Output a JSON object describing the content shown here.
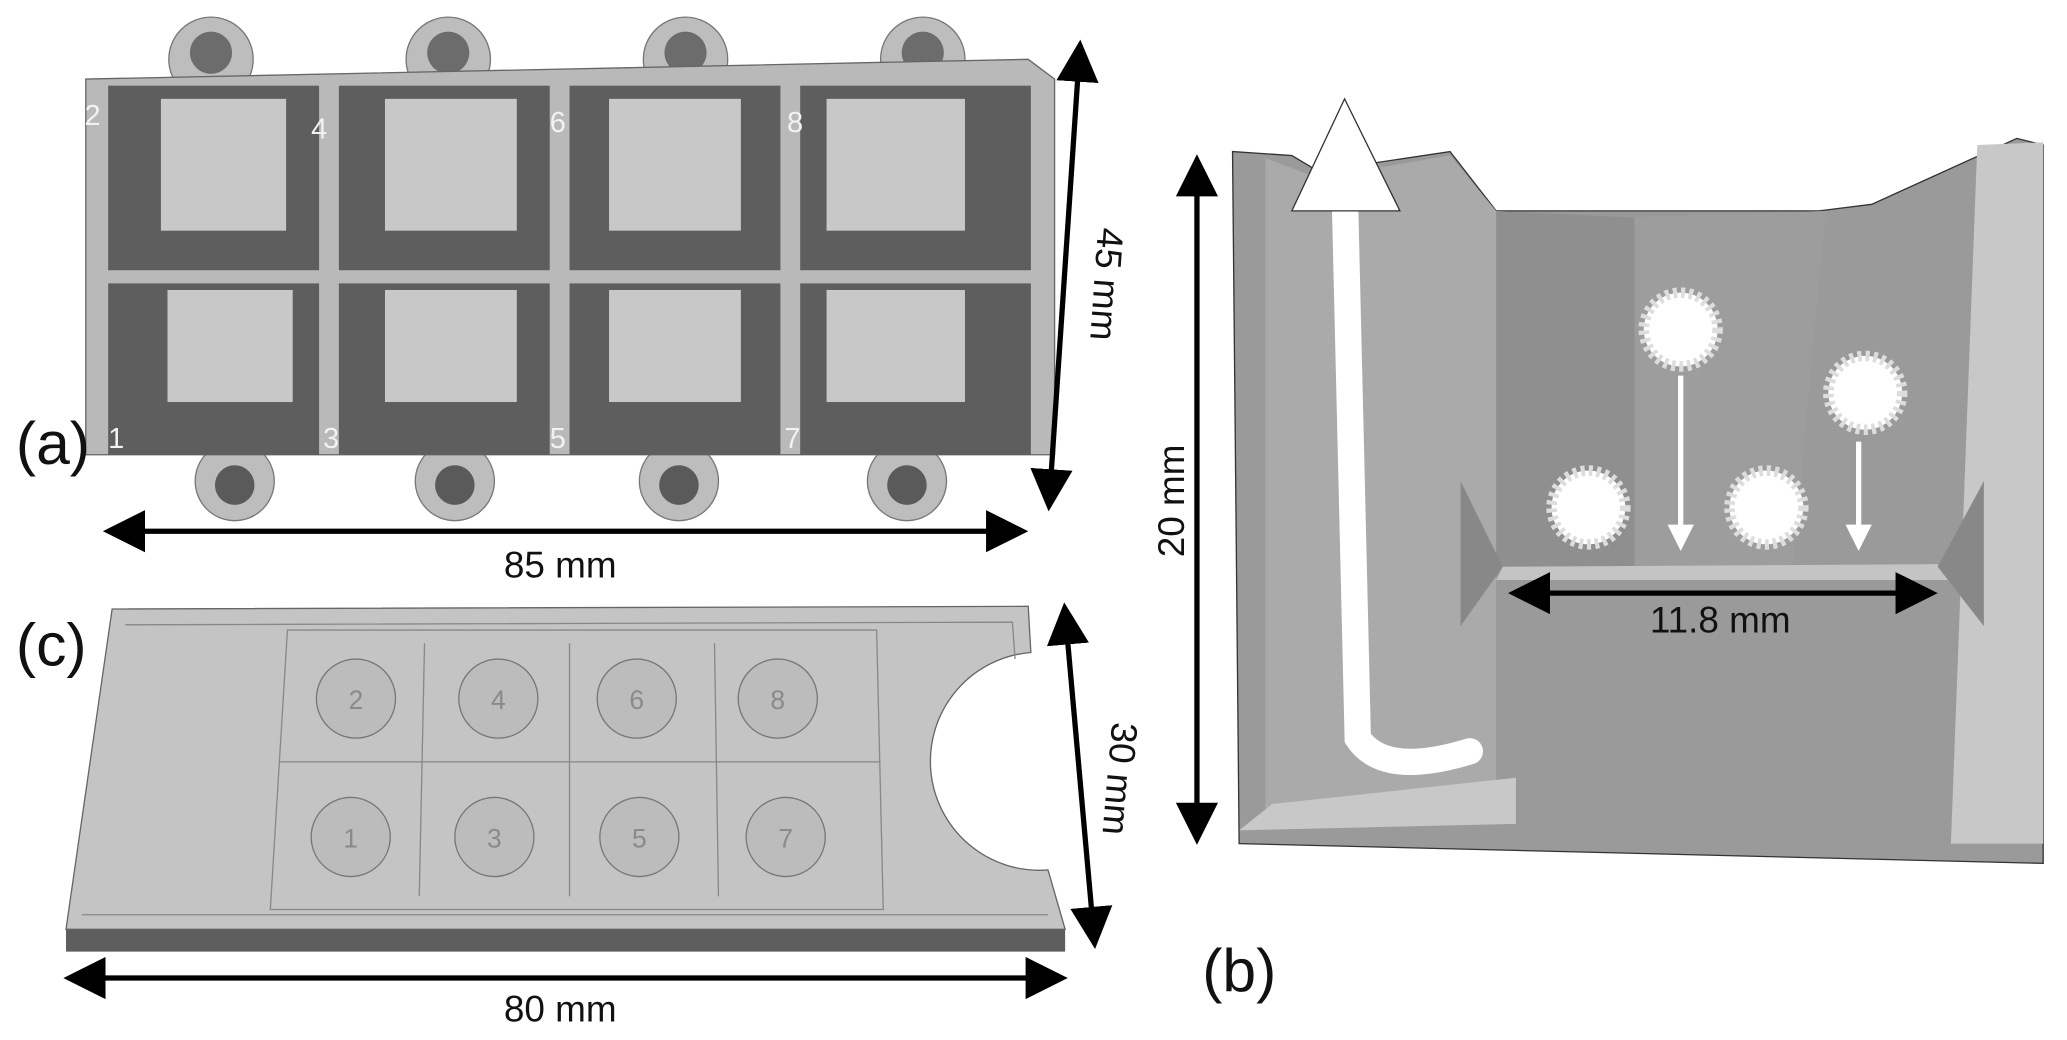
{
  "panels": {
    "a": {
      "label": "(a)",
      "width_dim": "85 mm",
      "height_dim": "45 mm",
      "well_numbers_top": [
        "2",
        "4",
        "6",
        "8"
      ],
      "well_numbers_bottom": [
        "1",
        "3",
        "5",
        "7"
      ]
    },
    "b": {
      "label": "(b)",
      "height_dim": "20 mm",
      "platform_dim": "11.8 mm"
    },
    "c": {
      "label": "(c)",
      "width_dim": "80 mm",
      "height_dim": "30 mm",
      "well_numbers_top": [
        "2",
        "4",
        "6",
        "8"
      ],
      "well_numbers_bottom": [
        "1",
        "3",
        "5",
        "7"
      ]
    }
  },
  "colors": {
    "body": "#b9b9b9",
    "shadow": "#5e5e5e",
    "panel_b": "#9a9a9a",
    "arrow": "#000000"
  }
}
